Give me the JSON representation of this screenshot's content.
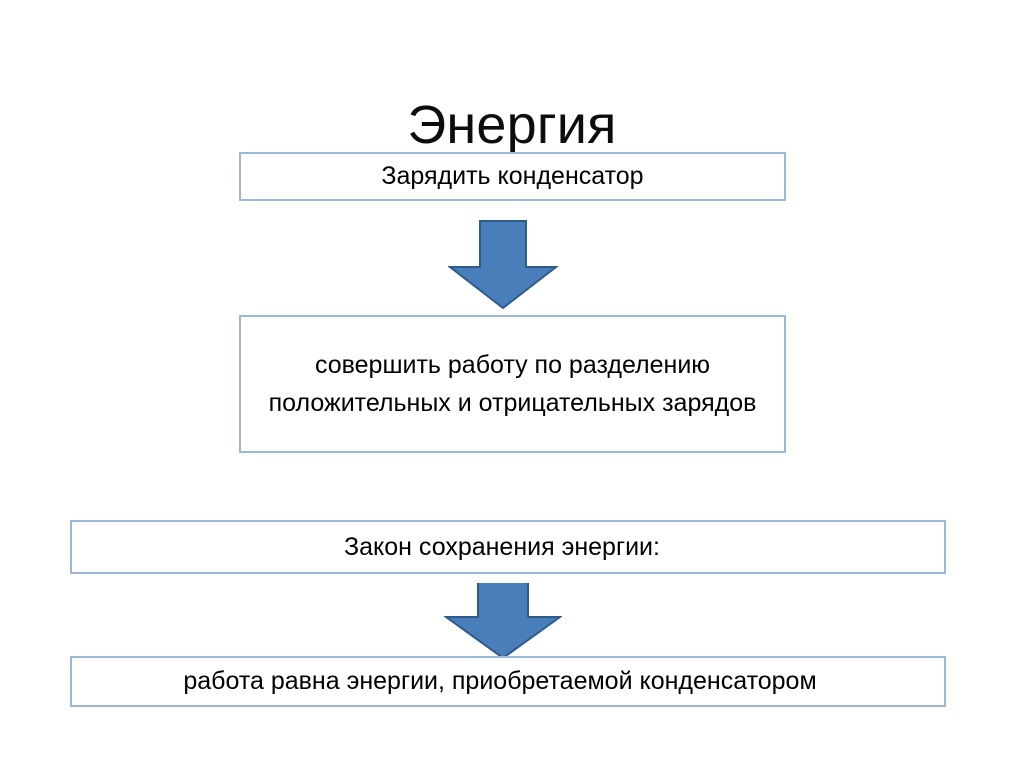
{
  "slide": {
    "title": "Энергия",
    "background_color": "#ffffff",
    "accent_color": "#4a7ebb",
    "box_border_color": "#9ab8db",
    "text_color": "#000000"
  },
  "flow": {
    "steps": [
      {
        "id": "charge",
        "text": "Зарядить конденсатор"
      },
      {
        "id": "work",
        "text": "совершить работу по разделению положительных и отрицательных зарядов"
      },
      {
        "id": "law",
        "text": "Закон сохранения энергии:"
      },
      {
        "id": "result",
        "text": "работа равна энергии, приобретаемой конденсатором"
      }
    ],
    "arrows": [
      {
        "id": "arrow-one",
        "direction": "down",
        "fill": "#4a7ebb",
        "stroke": "#2e5c8a"
      },
      {
        "id": "arrow-two",
        "direction": "down",
        "fill": "#4a7ebb",
        "stroke": "#2e5c8a"
      }
    ]
  }
}
